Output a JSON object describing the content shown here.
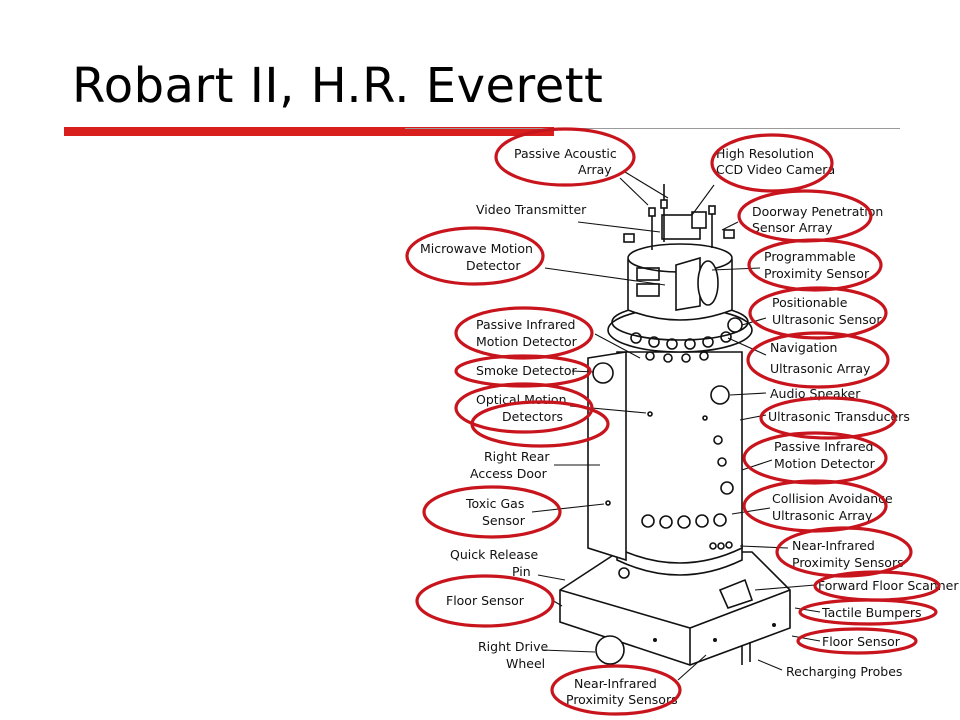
{
  "slide": {
    "title": "Robart II, H.R. Everett",
    "accent_color": "#d91e1e",
    "highlight_color": "#c8141c"
  },
  "labels": {
    "passive_acoustic_1": "Passive Acoustic",
    "passive_acoustic_2": "Array",
    "hires_camera_1": "High Resolution",
    "hires_camera_2": "CCD Video Camera",
    "video_transmitter": "Video Transmitter",
    "doorway_1": "Doorway Penetration",
    "doorway_2": "Sensor Array",
    "microwave_1": "Microwave Motion",
    "microwave_2": "Detector",
    "programmable_1": "Programmable",
    "programmable_2": "Proximity Sensor",
    "positionable_1": "Positionable",
    "positionable_2": "Ultrasonic Sensor",
    "pir_top_1": "Passive Infrared",
    "pir_top_2": "Motion Detector",
    "navigation_1": "Navigation",
    "navigation_2": "Ultrasonic Array",
    "smoke": "Smoke Detector",
    "audio_speaker": "Audio Speaker",
    "optical_1": "Optical Motion",
    "optical_2": "Detectors",
    "ultrasonic_transducers": "Ultrasonic Transducers",
    "pir_right_1": "Passive Infrared",
    "pir_right_2": "Motion Detector",
    "rear_door_1": "Right Rear",
    "rear_door_2": "Access Door",
    "collision_1": "Collision Avoidance",
    "collision_2": "Ultrasonic Array",
    "toxic_1": "Toxic Gas",
    "toxic_2": "Sensor",
    "nir_right_1": "Near-Infrared",
    "nir_right_2": "Proximity Sensors",
    "quick_release_1": "Quick Release",
    "quick_release_2": "Pin",
    "forward_floor": "Forward Floor Scanner",
    "floor_left": "Floor Sensor",
    "tactile": "Tactile Bumpers",
    "floor_right": "Floor Sensor",
    "drive_wheel_1": "Right Drive",
    "drive_wheel_2": "Wheel",
    "recharging": "Recharging Probes",
    "nir_bottom_1": "Near-Infrared",
    "nir_bottom_2": "Proximity Sensors"
  }
}
